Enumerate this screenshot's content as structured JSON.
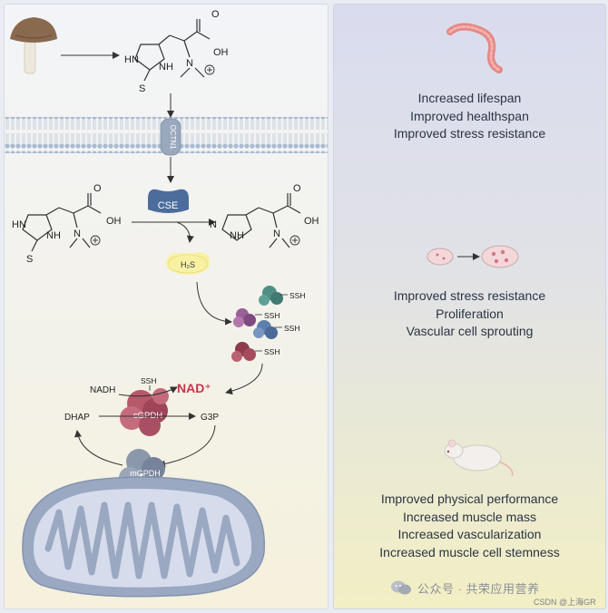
{
  "left": {
    "transporter_label": "OCTN1",
    "enzyme_label": "CSE",
    "gas_label": "H₂S",
    "ergothioneine": {
      "nh_top": "HN",
      "nh_right": "NH",
      "oh": "OH",
      "o": "O",
      "s": "S",
      "n": "N"
    },
    "persulfide_tags": [
      "SSH",
      "SSH",
      "SSH",
      "SSH"
    ],
    "cgpdh": {
      "enzyme": "cGPDH",
      "ssh": "SSH",
      "nadh": "NADH",
      "nad": "NAD⁺",
      "dhap": "DHAP",
      "g3p": "G3P"
    },
    "mgpdh_label": "mGPDH"
  },
  "right": {
    "worm_outcomes": [
      "Increased lifespan",
      "Improved healthspan",
      "Improved stress resistance"
    ],
    "cell_outcomes": [
      "Improved stress resistance",
      "Proliferation",
      "Vascular cell sprouting"
    ],
    "mouse_outcomes": [
      "Improved physical performance",
      "Increased muscle mass",
      "Increased vascularization",
      "Increased muscle cell stemness"
    ]
  },
  "watermark": {
    "text": "公众号 · 共荣应用营养",
    "sub": "CSDN @上海GR"
  },
  "colors": {
    "nad_red": "#c8334b",
    "cse_blue": "#4c6d9c",
    "worm_pink": "#e48886",
    "membrane": "#9db0c8"
  }
}
